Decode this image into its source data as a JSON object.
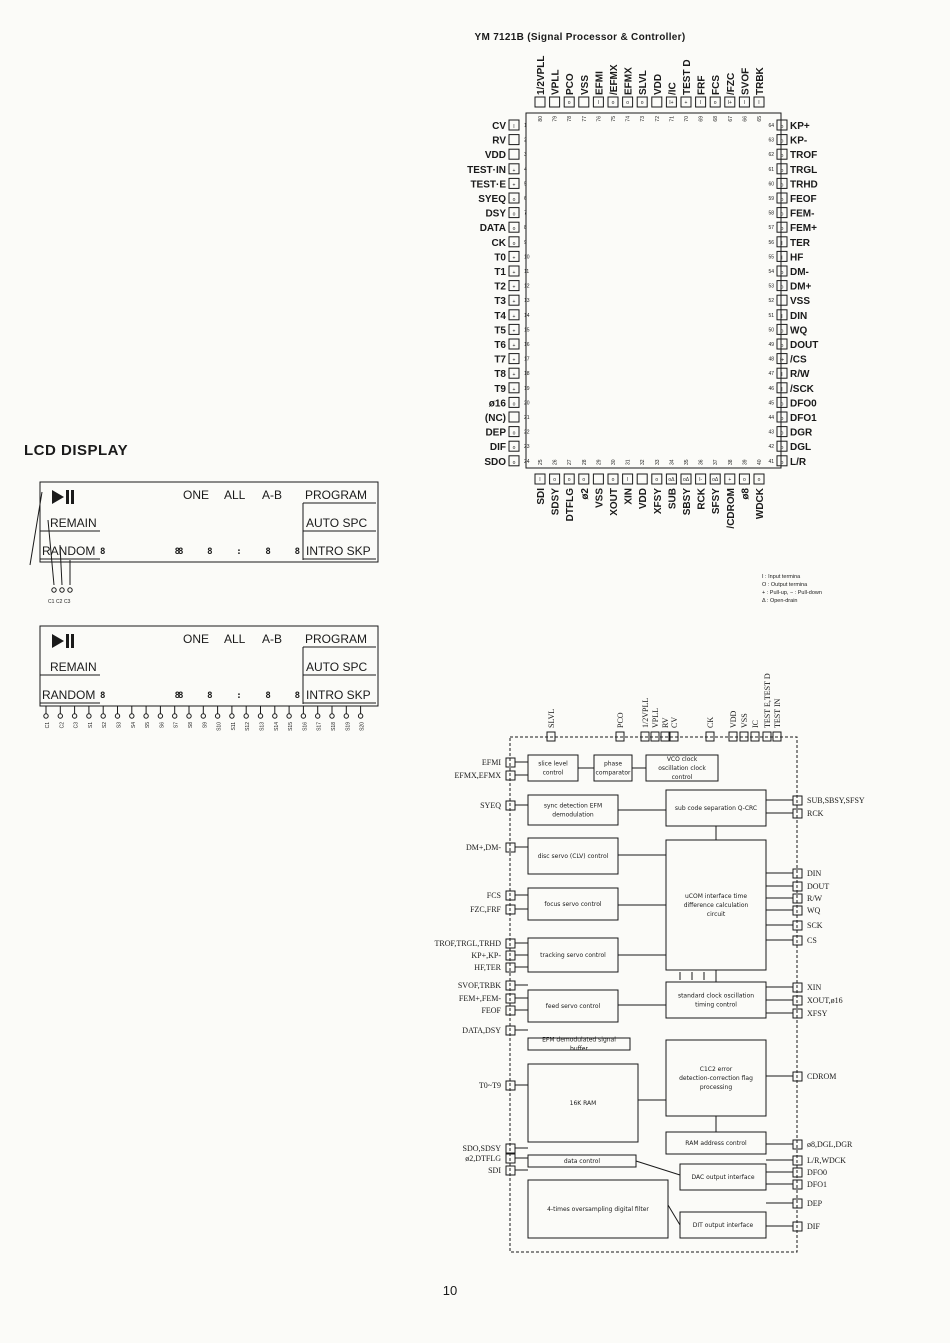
{
  "chip_title": "YM 7121B (Signal Processor & Controller)",
  "lcd_title": "LCD DISPLAY",
  "page_number": "10",
  "pins": {
    "top": [
      {
        "n": "80",
        "name": "1/2VPLL",
        "t": ""
      },
      {
        "n": "79",
        "name": "VPLL",
        "t": ""
      },
      {
        "n": "78",
        "name": "PCO",
        "t": "o"
      },
      {
        "n": "77",
        "name": "VSS",
        "t": ""
      },
      {
        "n": "76",
        "name": "EFMI",
        "t": "I"
      },
      {
        "n": "75",
        "name": "/EFMX",
        "t": "o"
      },
      {
        "n": "74",
        "name": "EFMX",
        "t": "o"
      },
      {
        "n": "73",
        "name": "SLVL",
        "t": "o"
      },
      {
        "n": "72",
        "name": "VDD",
        "t": ""
      },
      {
        "n": "71",
        "name": "/IC",
        "t": "I+"
      },
      {
        "n": "70",
        "name": "TEST D",
        "t": "+"
      },
      {
        "n": "69",
        "name": "FRF",
        "t": "I"
      },
      {
        "n": "68",
        "name": "FCS",
        "t": "o"
      },
      {
        "n": "67",
        "name": "/FZC",
        "t": "I+"
      },
      {
        "n": "66",
        "name": "SVOF",
        "t": "I"
      },
      {
        "n": "65",
        "name": "TRBK",
        "t": "I"
      }
    ],
    "left": [
      {
        "n": "1",
        "name": "CV",
        "t": "I"
      },
      {
        "n": "2",
        "name": "RV",
        "t": ""
      },
      {
        "n": "3",
        "name": "VDD",
        "t": ""
      },
      {
        "n": "4",
        "name": "TEST·IN",
        "t": "+"
      },
      {
        "n": "5",
        "name": "TEST·E",
        "t": "+"
      },
      {
        "n": "6",
        "name": "SYEQ",
        "t": "o"
      },
      {
        "n": "7",
        "name": "DSY",
        "t": "o"
      },
      {
        "n": "8",
        "name": "DATA",
        "t": "o"
      },
      {
        "n": "9",
        "name": "CK",
        "t": "o"
      },
      {
        "n": "10",
        "name": "T0",
        "t": "+"
      },
      {
        "n": "11",
        "name": "T1",
        "t": "+"
      },
      {
        "n": "12",
        "name": "T2",
        "t": "+"
      },
      {
        "n": "13",
        "name": "T3",
        "t": "+"
      },
      {
        "n": "14",
        "name": "T4",
        "t": "+"
      },
      {
        "n": "15",
        "name": "T5",
        "t": "+"
      },
      {
        "n": "16",
        "name": "T6",
        "t": "+"
      },
      {
        "n": "17",
        "name": "T7",
        "t": "+"
      },
      {
        "n": "18",
        "name": "T8",
        "t": "+"
      },
      {
        "n": "19",
        "name": "T9",
        "t": "+"
      },
      {
        "n": "20",
        "name": "ø16",
        "t": "o"
      },
      {
        "n": "21",
        "name": "(NC)",
        "t": ""
      },
      {
        "n": "22",
        "name": "DEP",
        "t": "o"
      },
      {
        "n": "23",
        "name": "DIF",
        "t": "o"
      },
      {
        "n": "24",
        "name": "SDO",
        "t": "o"
      }
    ],
    "right": [
      {
        "n": "64",
        "name": "KP+",
        "t": "o"
      },
      {
        "n": "63",
        "name": "KP-",
        "t": "o"
      },
      {
        "n": "62",
        "name": "TROF",
        "t": "o"
      },
      {
        "n": "61",
        "name": "TRGL",
        "t": "o"
      },
      {
        "n": "60",
        "name": "TRHD",
        "t": "o"
      },
      {
        "n": "59",
        "name": "FEOF",
        "t": "o"
      },
      {
        "n": "58",
        "name": "FEM-",
        "t": "o"
      },
      {
        "n": "57",
        "name": "FEM+",
        "t": "o"
      },
      {
        "n": "56",
        "name": "TER",
        "t": "I"
      },
      {
        "n": "55",
        "name": "HF",
        "t": "I"
      },
      {
        "n": "54",
        "name": "DM-",
        "t": "o"
      },
      {
        "n": "53",
        "name": "DM+",
        "t": "o"
      },
      {
        "n": "52",
        "name": "VSS",
        "t": ""
      },
      {
        "n": "51",
        "name": "DIN",
        "t": "I"
      },
      {
        "n": "50",
        "name": "WQ",
        "t": "o"
      },
      {
        "n": "49",
        "name": "DOUT",
        "t": "o"
      },
      {
        "n": "48",
        "name": "/CS",
        "t": "I+"
      },
      {
        "n": "47",
        "name": "R/W",
        "t": "I"
      },
      {
        "n": "46",
        "name": "/SCK",
        "t": "I"
      },
      {
        "n": "45",
        "name": "DFO0",
        "t": "o"
      },
      {
        "n": "44",
        "name": "DFO1",
        "t": "o"
      },
      {
        "n": "43",
        "name": "DGR",
        "t": "o"
      },
      {
        "n": "42",
        "name": "DGL",
        "t": "o"
      },
      {
        "n": "41",
        "name": "L/R",
        "t": "o"
      }
    ],
    "bottom": [
      {
        "n": "25",
        "name": "SDI",
        "t": "I"
      },
      {
        "n": "26",
        "name": "SDSY",
        "t": "o"
      },
      {
        "n": "27",
        "name": "DTFLG",
        "t": "o"
      },
      {
        "n": "28",
        "name": "ø2",
        "t": "o"
      },
      {
        "n": "29",
        "name": "VSS",
        "t": ""
      },
      {
        "n": "30",
        "name": "XOUT",
        "t": "o"
      },
      {
        "n": "31",
        "name": "XIN",
        "t": "I"
      },
      {
        "n": "32",
        "name": "VDD",
        "t": ""
      },
      {
        "n": "33",
        "name": "XFSY",
        "t": "o"
      },
      {
        "n": "34",
        "name": "SUB",
        "t": "oΔ"
      },
      {
        "n": "35",
        "name": "SBSY",
        "t": "oΔ"
      },
      {
        "n": "36",
        "name": "RCK",
        "t": "I-"
      },
      {
        "n": "37",
        "name": "SFSY",
        "t": "oΔ"
      },
      {
        "n": "38",
        "name": "/CDROM",
        "t": "+"
      },
      {
        "n": "39",
        "name": "ø8",
        "t": "o"
      },
      {
        "n": "40",
        "name": "WDCK",
        "t": "o"
      }
    ]
  },
  "legend": [
    "I : Input termina",
    "O : Output termina",
    "+ : Pull-up, − : Pull-down",
    "Δ : Open-drain"
  ],
  "lcd": {
    "words": [
      "ONE",
      "ALL",
      "A-B",
      "PROGRAM",
      "REMAIN",
      "AUTO SPC",
      "RANDOM",
      "INTRO SKP"
    ],
    "digits1": "88",
    "digits2": "88:88",
    "common_labels_1": [
      "C1",
      "C2",
      "C3"
    ],
    "segment_labels_2": [
      "C1",
      "C2",
      "C3",
      "S1",
      "S2",
      "S3",
      "S4",
      "S5",
      "S6",
      "S7",
      "S8",
      "S9",
      "S10",
      "S11",
      "S12",
      "S13",
      "S14",
      "S15",
      "S16",
      "S17",
      "S18",
      "S19",
      "S20"
    ]
  },
  "block": {
    "top_signals": [
      "SLVL",
      "PCO",
      "1/2VPLL",
      "VPLL",
      "RV",
      "CV",
      "CK",
      "VDD",
      "VSS",
      "IC",
      "TEST E,TEST D",
      "TEST IN"
    ],
    "blocks": {
      "slice": "slice level control",
      "phase": "phase comparator",
      "vco": "VCO clock oscillation clock control",
      "sync": "sync detection EFM demodulation",
      "subcode": "sub code separation Q-CRC",
      "clv": "disc servo (CLV) control",
      "focus": "focus servo control",
      "ucom": "uCOM interface time difference calculation circuit",
      "tracking": "tracking servo control",
      "feed": "feed servo control",
      "stdclk": "standard clock oscillation timing control",
      "efmbuf": "EFM demodulated signal buffer",
      "ram": "16K RAM",
      "c1c2": "C1C2 error detection-correction flag processing",
      "ramaddr": "RAM address control",
      "datactl": "data control",
      "dac": "DAC output interface",
      "dit": "DIT output interface",
      "filter": "4-times oversampling digital filter"
    },
    "left_signals": [
      "EFMI",
      "EFMX,EFMX",
      "SYEQ",
      "DM+,DM-",
      "FCS",
      "FZC,FRF",
      "TROF,TRGL,TRHD",
      "KP+,KP-",
      "HF,TER",
      "SVOF,TRBK",
      "FEM+,FEM-",
      "FEOF",
      "DATA,DSY",
      "T0~T9",
      "SDO,SDSY",
      "ø2,DTFLG",
      "SDI"
    ],
    "right_signals": [
      "SUB,SBSY,SFSY",
      "RCK",
      "DIN",
      "DOUT",
      "R/W",
      "WQ",
      "SCK",
      "CS",
      "XIN",
      "XOUT,ø16",
      "XFSY",
      "CDROM",
      "ø8,DGL,DGR",
      "L/R,WDCK",
      "DFO0",
      "DFO1",
      "DEP",
      "DIF"
    ]
  }
}
